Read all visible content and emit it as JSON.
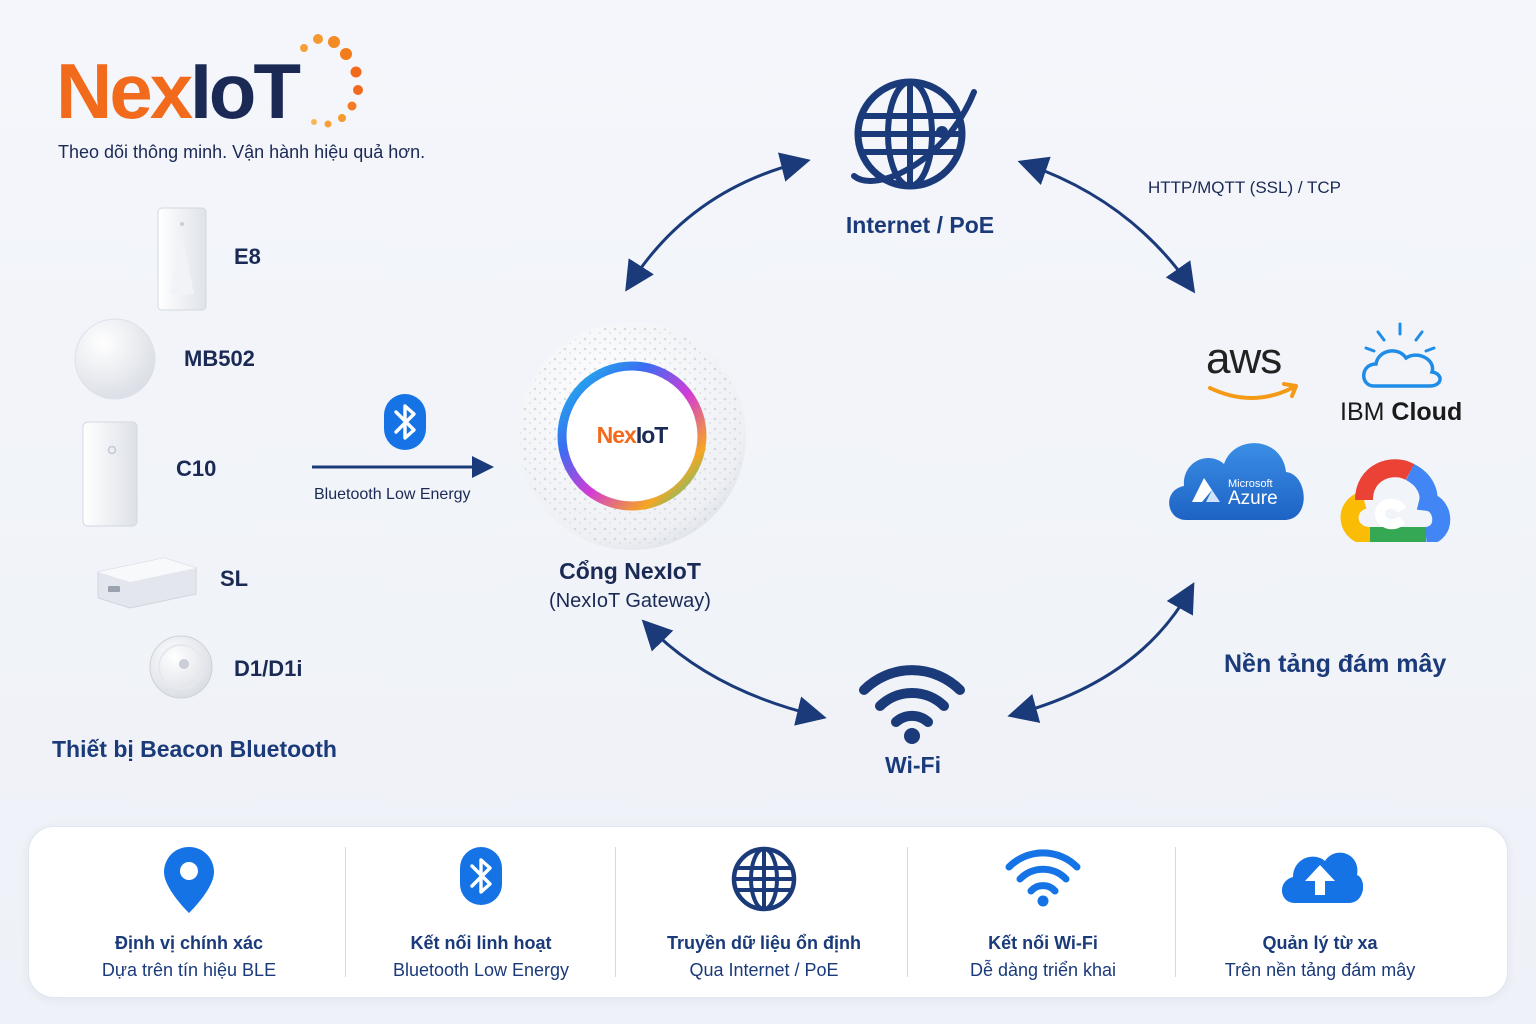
{
  "brand": {
    "name_orange": "Nex",
    "name_dark": "IoT",
    "tagline": "Theo dõi thông minh. Vận hành hiệu quả hơn."
  },
  "devices": {
    "items": [
      {
        "label": "E8"
      },
      {
        "label": "MB502"
      },
      {
        "label": "C10"
      },
      {
        "label": "SL"
      },
      {
        "label": "D1/D1i"
      }
    ],
    "section_title": "Thiết bị Beacon Bluetooth"
  },
  "ble_link": {
    "label": "Bluetooth Low Energy"
  },
  "gateway": {
    "logo_orange": "Nex",
    "logo_dark": "IoT",
    "title": "Cổng NexIoT",
    "subtitle": "(NexIoT Gateway)"
  },
  "internet": {
    "label": "Internet / PoE",
    "protocol": "HTTP/MQTT (SSL) / TCP"
  },
  "wifi": {
    "label": "Wi-Fi"
  },
  "cloud": {
    "title": "Nền tảng đám mây",
    "aws": "aws",
    "ibm_light": "IBM ",
    "ibm_bold": "Cloud",
    "azure_small": "Microsoft",
    "azure": "Azure"
  },
  "features": [
    {
      "icon": "location-pin-icon",
      "title": "Định vị chính xác",
      "subtitle": "Dựa trên tín hiệu BLE"
    },
    {
      "icon": "bluetooth-icon",
      "title": "Kết nối linh hoạt",
      "subtitle": "Bluetooth Low Energy"
    },
    {
      "icon": "globe-icon",
      "title": "Truyền dữ liệu ổn định",
      "subtitle": "Qua Internet / PoE"
    },
    {
      "icon": "wifi-icon",
      "title": "Kết nối Wi-Fi",
      "subtitle": "Dễ dàng triển khai"
    },
    {
      "icon": "cloud-upload-icon",
      "title": "Quản lý từ xa",
      "subtitle": "Trên nền tảng đám mây"
    }
  ],
  "colors": {
    "primary": "#1a3a7a",
    "accent": "#f26a1b",
    "arrow": "#1a3a7a",
    "icon_blue": "#1673e6"
  }
}
